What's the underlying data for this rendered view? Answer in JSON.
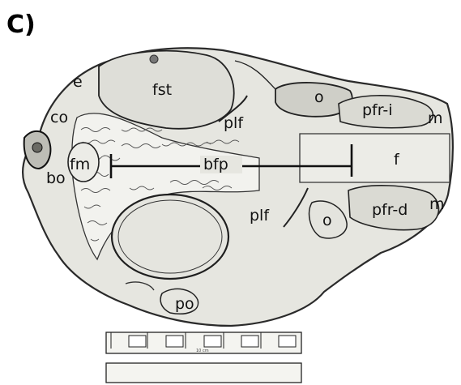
{
  "figure": {
    "panel_label": "C)",
    "scale_text": "10 cm"
  },
  "labels": {
    "fst": "fst",
    "o_upper": "o",
    "pfr_i": "pfr-i",
    "m_upper": "m",
    "e": "e",
    "co": "co",
    "plf_upper": "plf",
    "bo": "bo",
    "fm": "fm",
    "bfp": "bfp",
    "f": "f",
    "plf_lower": "plf",
    "o_lower": "o",
    "pfr_d": "pfr-d",
    "m_lower": "m",
    "po": "po"
  },
  "colors": {
    "outline": "#2a2a2a",
    "bone_fill": "#e2e2dc",
    "light_fill": "#ebebe6",
    "dark_fill": "#cfcfc8",
    "matrix_fill": "#f3f3ef"
  }
}
